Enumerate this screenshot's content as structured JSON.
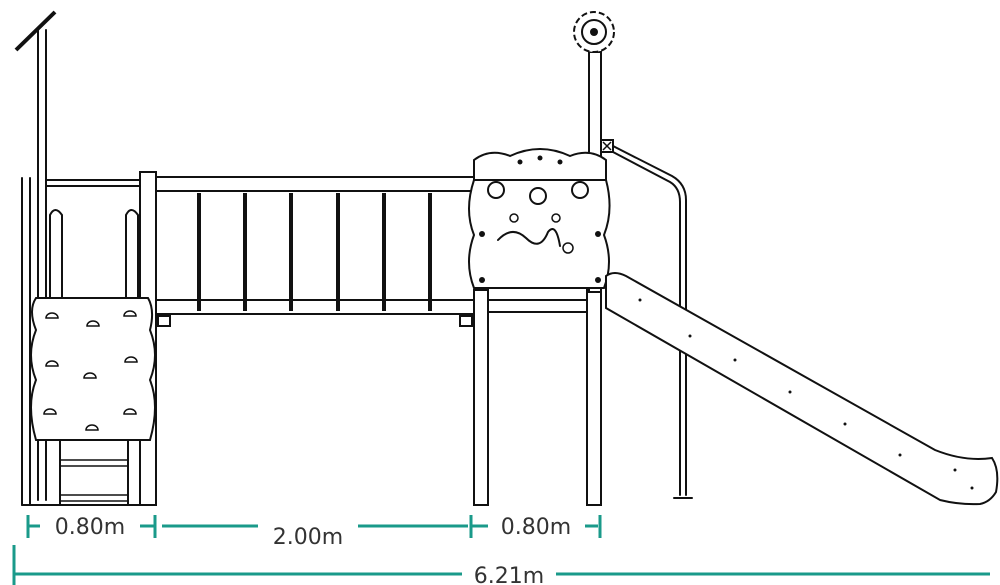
{
  "dimensions": {
    "tower_left_width": "0.80m",
    "bridge_length": "2.00m",
    "tower_right_width": "0.80m",
    "total_length": "6.21m"
  },
  "colors": {
    "dimension_line": "#1a9a8a",
    "line_art": "#111111",
    "label_text": "#333333"
  },
  "icons": {
    "flag": "flag-icon",
    "flower_finial": "flower-finial-icon"
  }
}
